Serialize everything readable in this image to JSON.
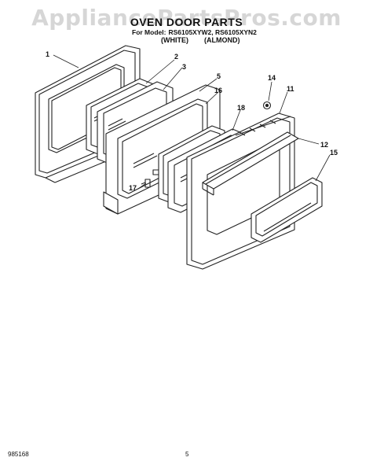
{
  "watermark": "AppliancePartsPros.com",
  "header": {
    "title": "OVEN DOOR PARTS",
    "model_prefix": "For Model:",
    "models": "RS6105XYW2, RS6105XYN2",
    "variant_white": "(WHITE)",
    "variant_almond": "(ALMOND)"
  },
  "callouts": [
    "1",
    "2",
    "3",
    "5",
    "16",
    "14",
    "11",
    "18",
    "12",
    "15",
    "17"
  ],
  "footer": {
    "doc_number": "985168",
    "page_number": "5"
  }
}
